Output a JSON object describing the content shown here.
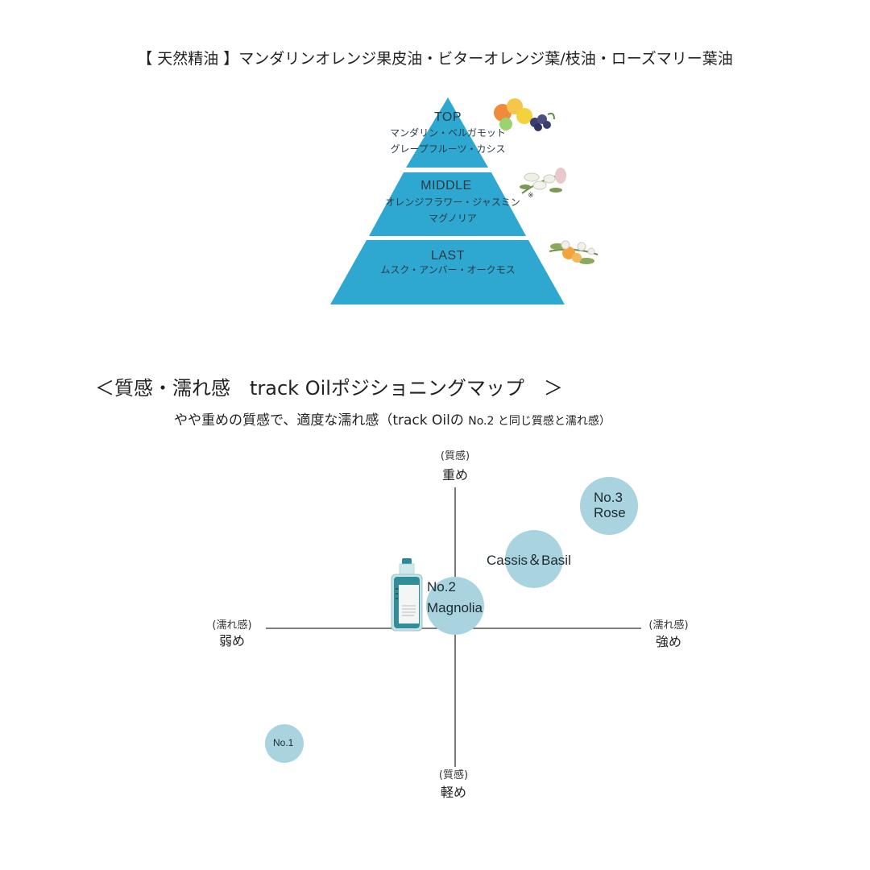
{
  "ingredients_line": "【 天然精油 】マンダリンオレンジ果皮油・ビターオレンジ葉/枝油・ローズマリー葉油",
  "colors": {
    "pyramid": "#2ea8d0",
    "bubble": "#a9d3de",
    "axis": "#333333"
  },
  "pyramid": {
    "top": {
      "title": "TOP",
      "notes": [
        "マンダリン・ベルガモット",
        "グレープフルーツ・カシス"
      ],
      "image": "citrus-fruits-icon"
    },
    "middle": {
      "title": "MIDDLE",
      "notes": [
        "オレンジフラワー・ジャスミン",
        "マグノリア"
      ],
      "mark": "※",
      "image": "white-flowers-icon"
    },
    "last": {
      "title": "LAST",
      "notes": [
        "ムスク・アンバー・オークモス"
      ],
      "image": "orange-flowers-icon"
    }
  },
  "map": {
    "title": "＜質感・濡れ感　track Oilポジショニングマップ　＞",
    "subtitle_main": "やや重めの質感で、適度な濡れ感（track Oilの",
    "subtitle_small": "No.2 と同じ質感と濡れ感）",
    "axes": {
      "top": {
        "category": "(質感)",
        "label": "重め"
      },
      "bottom": {
        "category": "(質感)",
        "label": "軽め"
      },
      "left": {
        "category": "(濡れ感)",
        "label": "弱め"
      },
      "right": {
        "category": "(濡れ感)",
        "label": "強め"
      }
    },
    "items": [
      {
        "name": "No.3",
        "line2": "Rose"
      },
      {
        "name": "Cassis＆Basil"
      },
      {
        "name": "No.2",
        "line2": "Magnolia"
      },
      {
        "name": "No.1"
      }
    ],
    "product_image": "oil-bottle-icon"
  }
}
